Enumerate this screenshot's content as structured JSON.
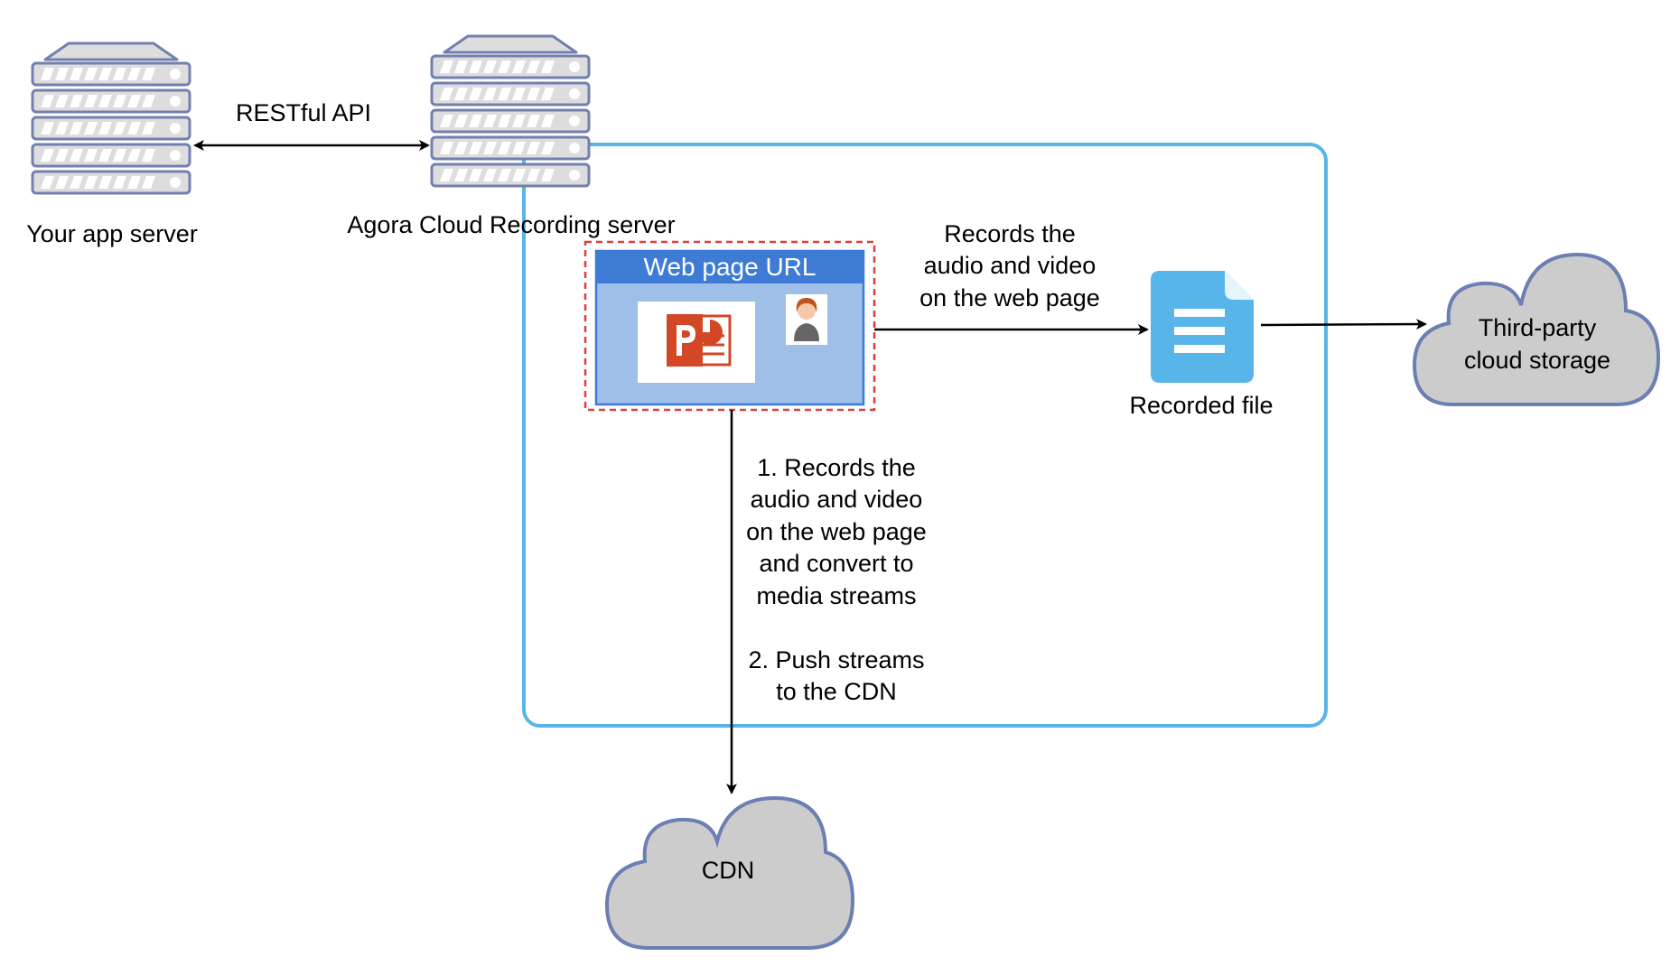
{
  "nodes": {
    "app_server": {
      "label": "Your app server",
      "icon": "server-icon"
    },
    "cloud_recording_server": {
      "label": "Agora Cloud Recording server",
      "icon": "server-icon"
    },
    "web_page": {
      "title": "Web page URL",
      "icons": [
        "powerpoint-icon",
        "user-avatar-icon"
      ]
    },
    "recorded_file": {
      "label": "Recorded file",
      "icon": "document-icon"
    },
    "third_party_storage": {
      "line1": "Third-party",
      "line2": "cloud storage",
      "icon": "cloud-icon"
    },
    "cdn": {
      "label": "CDN",
      "icon": "cloud-icon"
    }
  },
  "edges": {
    "restful_api": {
      "label": "RESTful API"
    },
    "records_to_file": {
      "lines": [
        "Records the",
        "audio and video",
        "on the web page"
      ]
    },
    "records_to_cdn": {
      "lines": [
        "1. Records the",
        "audio and video",
        "on the web page",
        "and convert to",
        "media streams",
        "",
        "2. Push streams",
        "to the CDN"
      ]
    }
  },
  "colors": {
    "recording_region_border": "#5ab4e5",
    "web_page_header": "#3d7bd4",
    "web_page_body": "#9fbfe8",
    "selection_dash": "#e03c3c",
    "document": "#57b5ea",
    "cloud_fill": "#cccccc",
    "cloud_stroke": "#6b7fb3",
    "server_fill": "#dddddd",
    "server_stroke": "#7280ae",
    "powerpoint": "#d24726"
  }
}
